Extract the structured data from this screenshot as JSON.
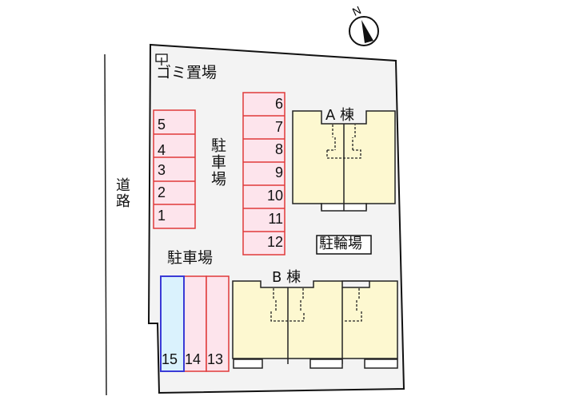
{
  "compass": {
    "label": "N",
    "icon": "north-arrow-icon"
  },
  "road": {
    "label": "道路"
  },
  "garbage": {
    "label": "ゴミ置場"
  },
  "parking_labels": {
    "upper": "駐車場",
    "lower": "駐車場"
  },
  "bicycle_parking": {
    "label": "駐輪場"
  },
  "buildings": [
    {
      "id": "A",
      "label": "A 棟",
      "units": 2
    },
    {
      "id": "B",
      "label": "B 棟",
      "units": 3
    }
  ],
  "parking_spaces": {
    "left_column": [
      "5",
      "4",
      "3",
      "2",
      "1"
    ],
    "center_column": [
      "6",
      "7",
      "8",
      "9",
      "10",
      "11",
      "12"
    ],
    "bottom_row": [
      {
        "number": "15",
        "highlighted": true
      },
      {
        "number": "14",
        "highlighted": false
      },
      {
        "number": "13",
        "highlighted": false
      }
    ]
  },
  "colors": {
    "lot_fill": "#f3f3f3",
    "building_fill": "#fdf8d0",
    "space_fill": "#fde4ec",
    "space_stroke": "#e03a3a",
    "highlight_fill": "#daf2fd",
    "highlight_stroke": "#3a3ad6"
  }
}
